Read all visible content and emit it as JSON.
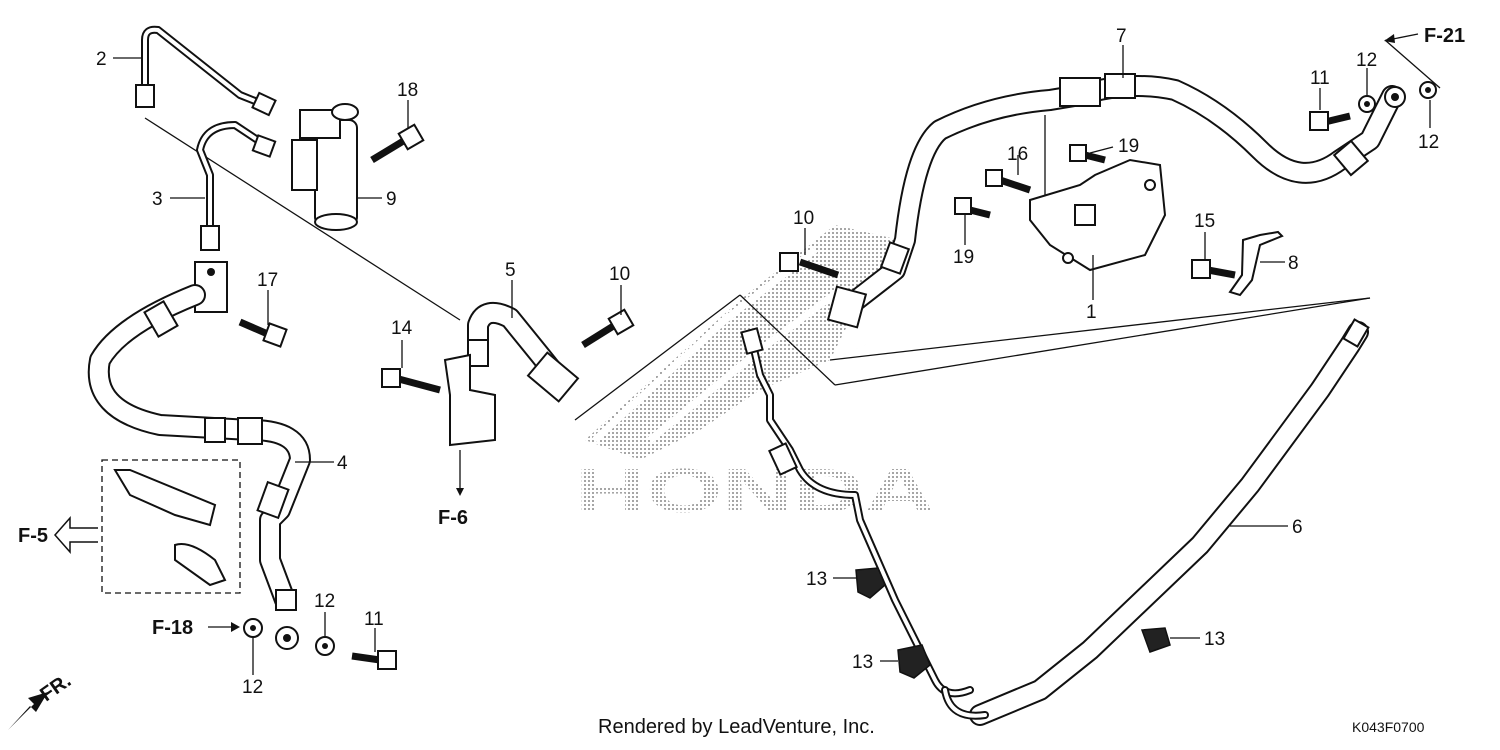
{
  "callouts": [
    {
      "id": "c1",
      "text": "1"
    },
    {
      "id": "c2",
      "text": "2"
    },
    {
      "id": "c3",
      "text": "3"
    },
    {
      "id": "c4",
      "text": "4"
    },
    {
      "id": "c5",
      "text": "5"
    },
    {
      "id": "c6",
      "text": "6"
    },
    {
      "id": "c7",
      "text": "7"
    },
    {
      "id": "c8",
      "text": "8"
    },
    {
      "id": "c9",
      "text": "9"
    },
    {
      "id": "c10a",
      "text": "10"
    },
    {
      "id": "c10b",
      "text": "10"
    },
    {
      "id": "c11a",
      "text": "11"
    },
    {
      "id": "c11b",
      "text": "11"
    },
    {
      "id": "c12a",
      "text": "12"
    },
    {
      "id": "c12b",
      "text": "12"
    },
    {
      "id": "c12c",
      "text": "12"
    },
    {
      "id": "c12d",
      "text": "12"
    },
    {
      "id": "c13a",
      "text": "13"
    },
    {
      "id": "c13b",
      "text": "13"
    },
    {
      "id": "c13c",
      "text": "13"
    },
    {
      "id": "c14",
      "text": "14"
    },
    {
      "id": "c15",
      "text": "15"
    },
    {
      "id": "c16",
      "text": "16"
    },
    {
      "id": "c17",
      "text": "17"
    },
    {
      "id": "c18",
      "text": "18"
    },
    {
      "id": "c19a",
      "text": "19"
    },
    {
      "id": "c19b",
      "text": "19"
    }
  ],
  "refs": {
    "f21": "F-21",
    "f6": "F-6",
    "f5": "F-5",
    "f18": "F-18",
    "fr": "FR."
  },
  "watermark": "HONDA",
  "footer": "Rendered by LeadVenture, Inc.",
  "diagram_code": "K043F0700"
}
